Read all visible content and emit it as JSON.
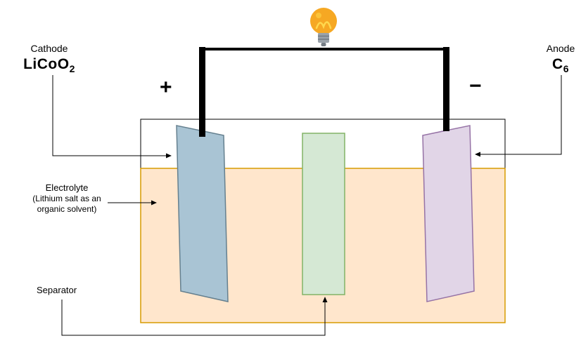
{
  "labels": {
    "cathode": "Cathode",
    "cathode_formula_base": "LiCoO",
    "cathode_formula_sub": "2",
    "anode": "Anode",
    "anode_formula_base": "C",
    "anode_formula_sub": "6",
    "positive_sign": "+",
    "negative_sign": "−",
    "electrolyte_title": "Electrolyte",
    "electrolyte_sub1": "(Lithium salt as an",
    "electrolyte_sub2": "organic solvent)",
    "separator": "Separator"
  },
  "colors": {
    "electrolyte_fill": "#ffe6cc",
    "electrolyte_border": "#d79b00",
    "cathode_plate_fill": "#a9c4d4",
    "cathode_plate_border": "#65808f",
    "separator_plate_fill": "#d5e8d4",
    "separator_plate_border": "#82b366",
    "anode_plate_fill": "#e1d5e7",
    "anode_plate_border": "#9673a6",
    "bulb_body": "#f6a823",
    "bulb_filament": "#ffd84d",
    "bulb_base": "#9aa2aa",
    "bulb_base_dark": "#747c84",
    "wire": "#000000",
    "tank_outline": "#000000",
    "arrow": "#000000"
  }
}
